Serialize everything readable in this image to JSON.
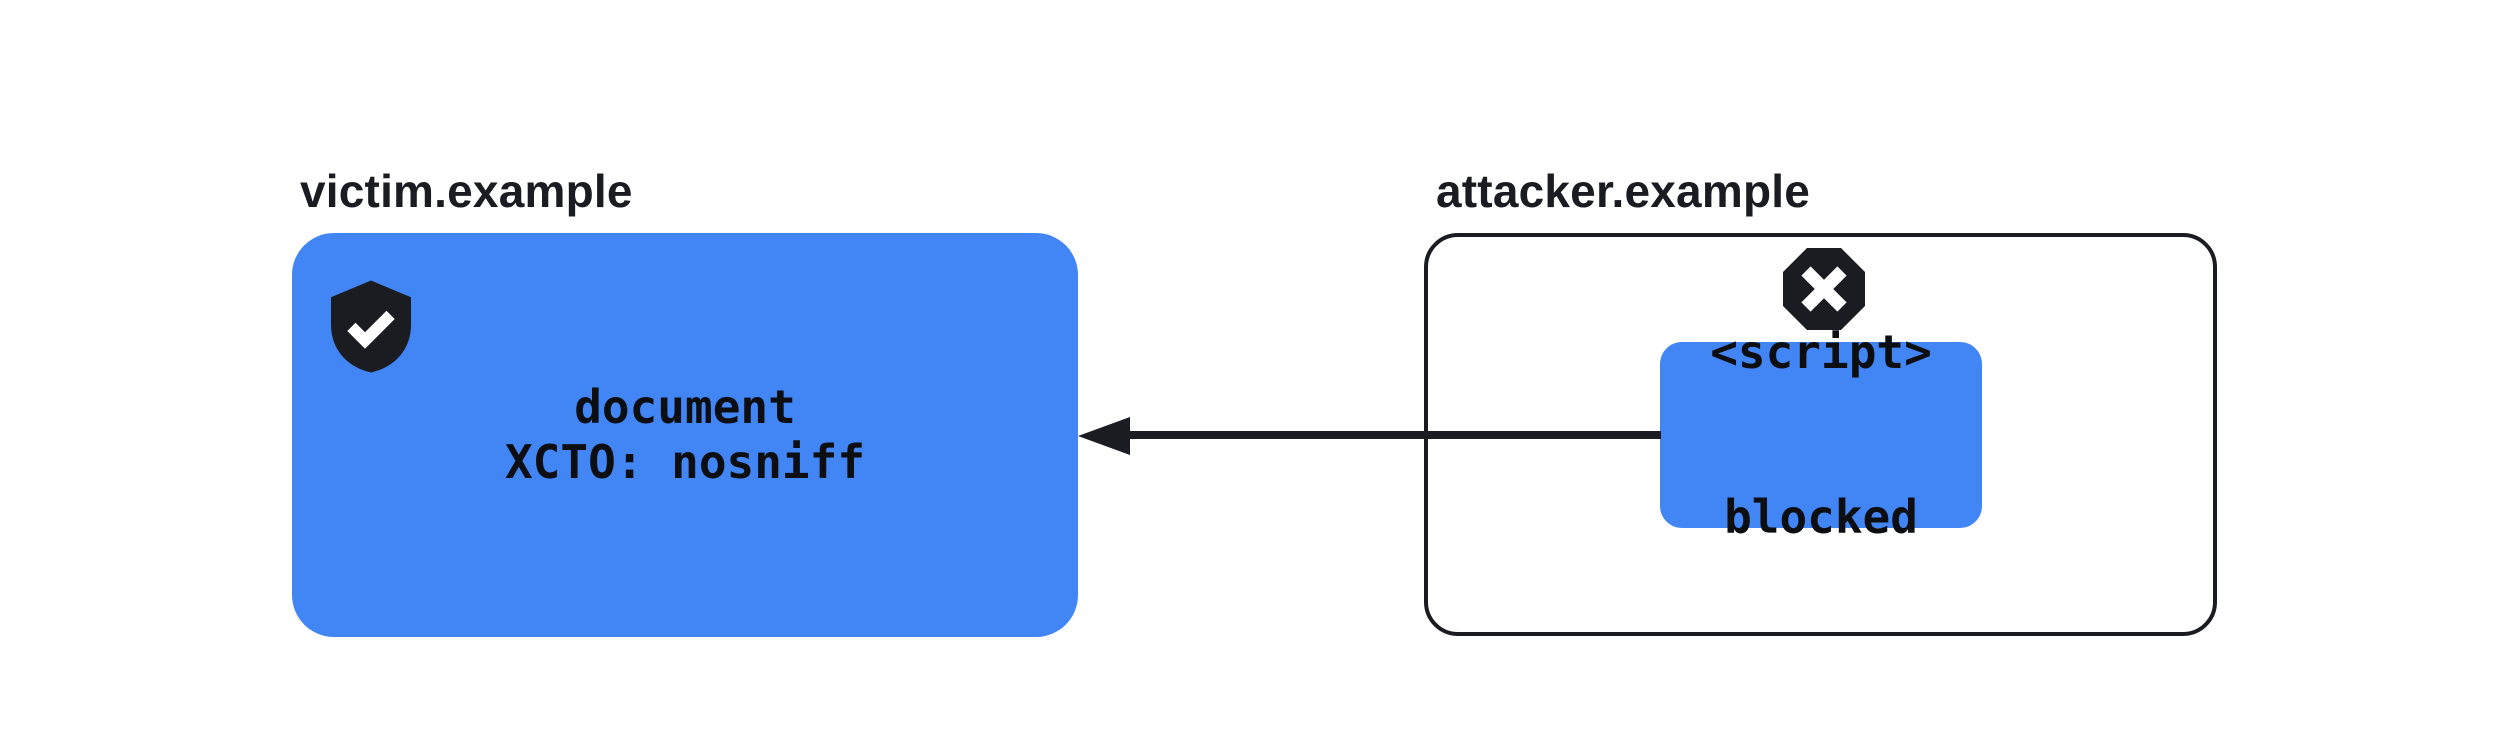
{
  "colors": {
    "blue": "#4285F4",
    "ink": "#1A1C21"
  },
  "victim": {
    "label": "victim.example",
    "icon": "shield-check-icon",
    "box": {
      "line1": "document",
      "line2": "XCTO: nosniff"
    }
  },
  "attacker": {
    "label": "attacker.example",
    "icon": "octagon-x-icon",
    "script_box": {
      "line1": "<script>",
      "line2": "blocked"
    }
  },
  "arrow": {
    "direction": "right-to-left"
  }
}
